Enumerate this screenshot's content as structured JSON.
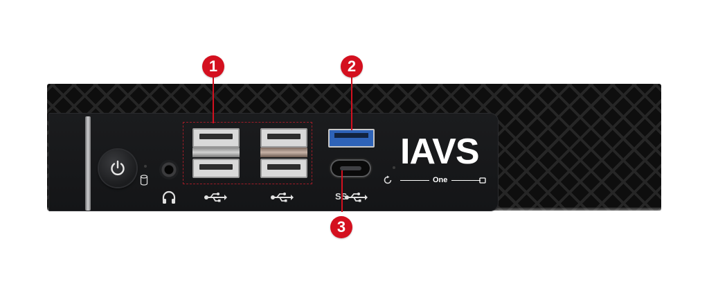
{
  "device": {
    "brand": "IAVS",
    "model": "One",
    "chassis_color": "#0e0e0e",
    "callout_color": "#d4101f"
  },
  "callouts": [
    {
      "number": "1"
    },
    {
      "number": "2"
    },
    {
      "number": "3"
    }
  ],
  "labels": {
    "superspeed": "SS"
  },
  "icons": {
    "power": "power-icon",
    "hdd": "hdd-activity-icon",
    "headphone": "headphone-icon",
    "usb": "usb-icon",
    "sleep": "sleep-icon"
  }
}
